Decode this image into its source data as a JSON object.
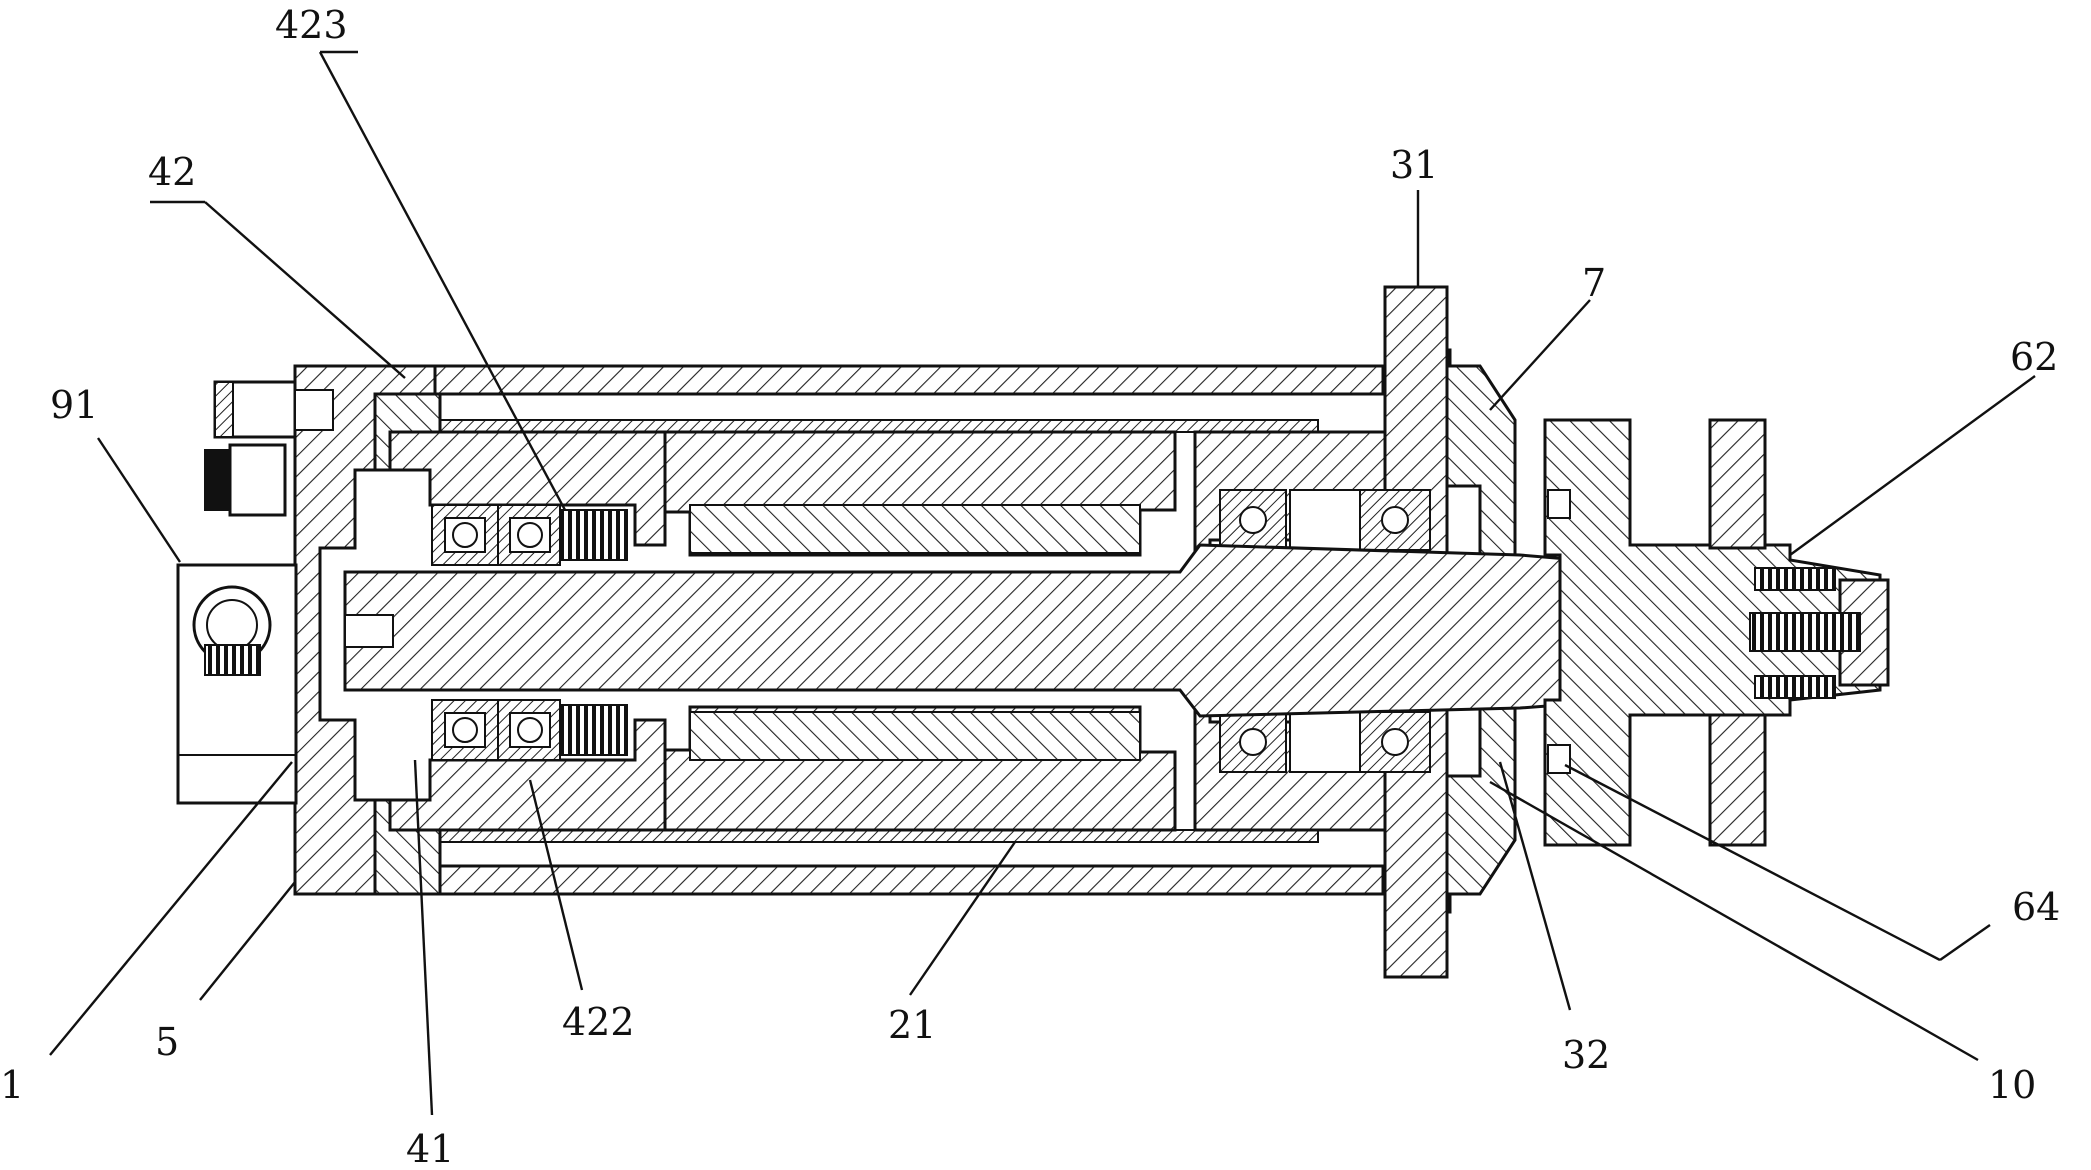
{
  "diagram": {
    "labels": [
      "423",
      "42",
      "31",
      "7",
      "91",
      "62",
      "1",
      "5",
      "41",
      "422",
      "21",
      "32",
      "10",
      "64"
    ]
  }
}
